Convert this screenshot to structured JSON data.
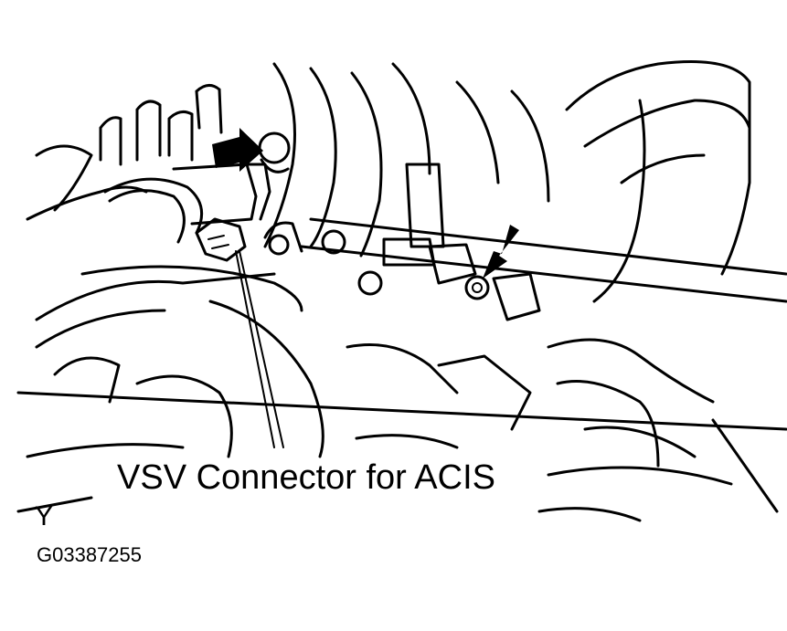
{
  "callout": {
    "label": "VSV Connector for ACIS"
  },
  "figure_code": "G03387255",
  "corner_mark": "Y",
  "arrows": [
    {
      "name": "upper-left-arrow",
      "points_to": "vsv-bracket-bolt"
    },
    {
      "name": "right-arrow",
      "points_to": "vsv-mount-bolt"
    }
  ]
}
